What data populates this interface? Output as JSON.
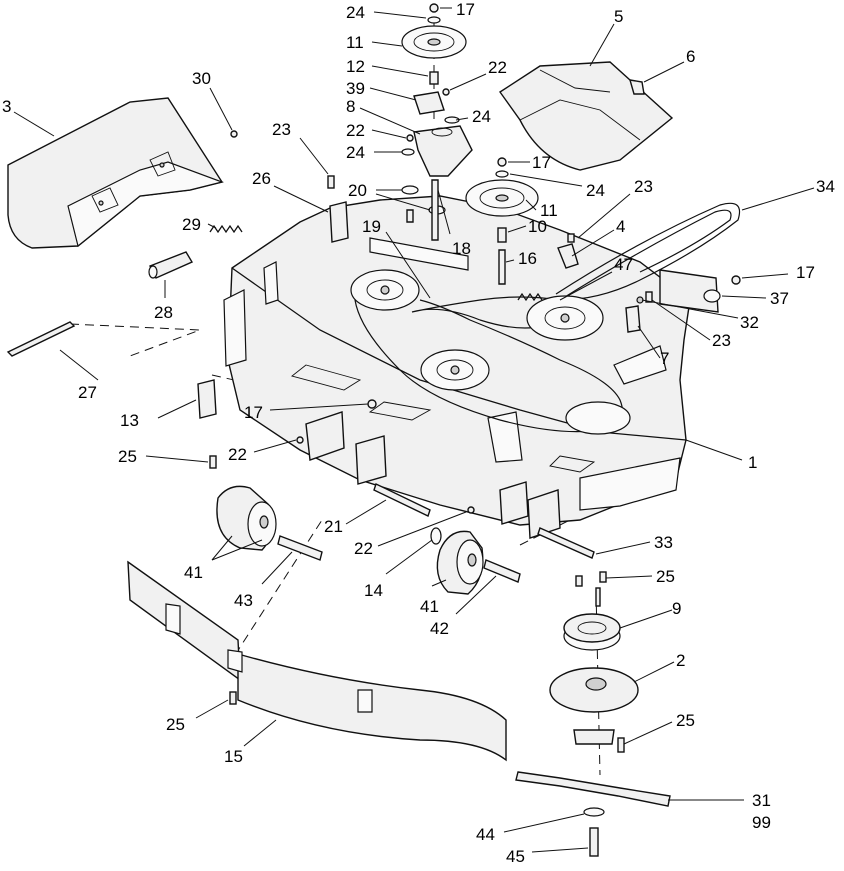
{
  "callouts": [
    {
      "id": "c-24a",
      "text": "24"
    },
    {
      "id": "c-17a",
      "text": "17"
    },
    {
      "id": "c-11a",
      "text": "11"
    },
    {
      "id": "c-5",
      "text": "5"
    },
    {
      "id": "c-12",
      "text": "12"
    },
    {
      "id": "c-22a",
      "text": "22"
    },
    {
      "id": "c-6",
      "text": "6"
    },
    {
      "id": "c-30",
      "text": "30"
    },
    {
      "id": "c-39",
      "text": "39"
    },
    {
      "id": "c-3",
      "text": "3"
    },
    {
      "id": "c-8",
      "text": "8"
    },
    {
      "id": "c-24b",
      "text": "24"
    },
    {
      "id": "c-23a",
      "text": "23"
    },
    {
      "id": "c-22b",
      "text": "22"
    },
    {
      "id": "c-24c",
      "text": "24"
    },
    {
      "id": "c-17b",
      "text": "17"
    },
    {
      "id": "c-26",
      "text": "26"
    },
    {
      "id": "c-34",
      "text": "34"
    },
    {
      "id": "c-23b",
      "text": "23"
    },
    {
      "id": "c-20",
      "text": "20"
    },
    {
      "id": "c-24d",
      "text": "24"
    },
    {
      "id": "c-11b",
      "text": "11"
    },
    {
      "id": "c-29",
      "text": "29"
    },
    {
      "id": "c-19",
      "text": "19"
    },
    {
      "id": "c-10",
      "text": "10"
    },
    {
      "id": "c-4",
      "text": "4"
    },
    {
      "id": "c-18",
      "text": "18"
    },
    {
      "id": "c-16",
      "text": "16"
    },
    {
      "id": "c-47",
      "text": "47"
    },
    {
      "id": "c-17c",
      "text": "17"
    },
    {
      "id": "c-37",
      "text": "37"
    },
    {
      "id": "c-28",
      "text": "28"
    },
    {
      "id": "c-32",
      "text": "32"
    },
    {
      "id": "c-23c",
      "text": "23"
    },
    {
      "id": "c-7",
      "text": "7"
    },
    {
      "id": "c-27",
      "text": "27"
    },
    {
      "id": "c-13",
      "text": "13"
    },
    {
      "id": "c-17d",
      "text": "17"
    },
    {
      "id": "c-25a",
      "text": "25"
    },
    {
      "id": "c-22c",
      "text": "22"
    },
    {
      "id": "c-1",
      "text": "1"
    },
    {
      "id": "c-21",
      "text": "21"
    },
    {
      "id": "c-22d",
      "text": "22"
    },
    {
      "id": "c-33",
      "text": "33"
    },
    {
      "id": "c-41a",
      "text": "41"
    },
    {
      "id": "c-14",
      "text": "14"
    },
    {
      "id": "c-25b",
      "text": "25"
    },
    {
      "id": "c-43",
      "text": "43"
    },
    {
      "id": "c-41b",
      "text": "41"
    },
    {
      "id": "c-42",
      "text": "42"
    },
    {
      "id": "c-9",
      "text": "9"
    },
    {
      "id": "c-2",
      "text": "2"
    },
    {
      "id": "c-25c",
      "text": "25"
    },
    {
      "id": "c-25d",
      "text": "25"
    },
    {
      "id": "c-15",
      "text": "15"
    },
    {
      "id": "c-31",
      "text": "31"
    },
    {
      "id": "c-99",
      "text": "99"
    },
    {
      "id": "c-44",
      "text": "44"
    },
    {
      "id": "c-45",
      "text": "45"
    }
  ]
}
